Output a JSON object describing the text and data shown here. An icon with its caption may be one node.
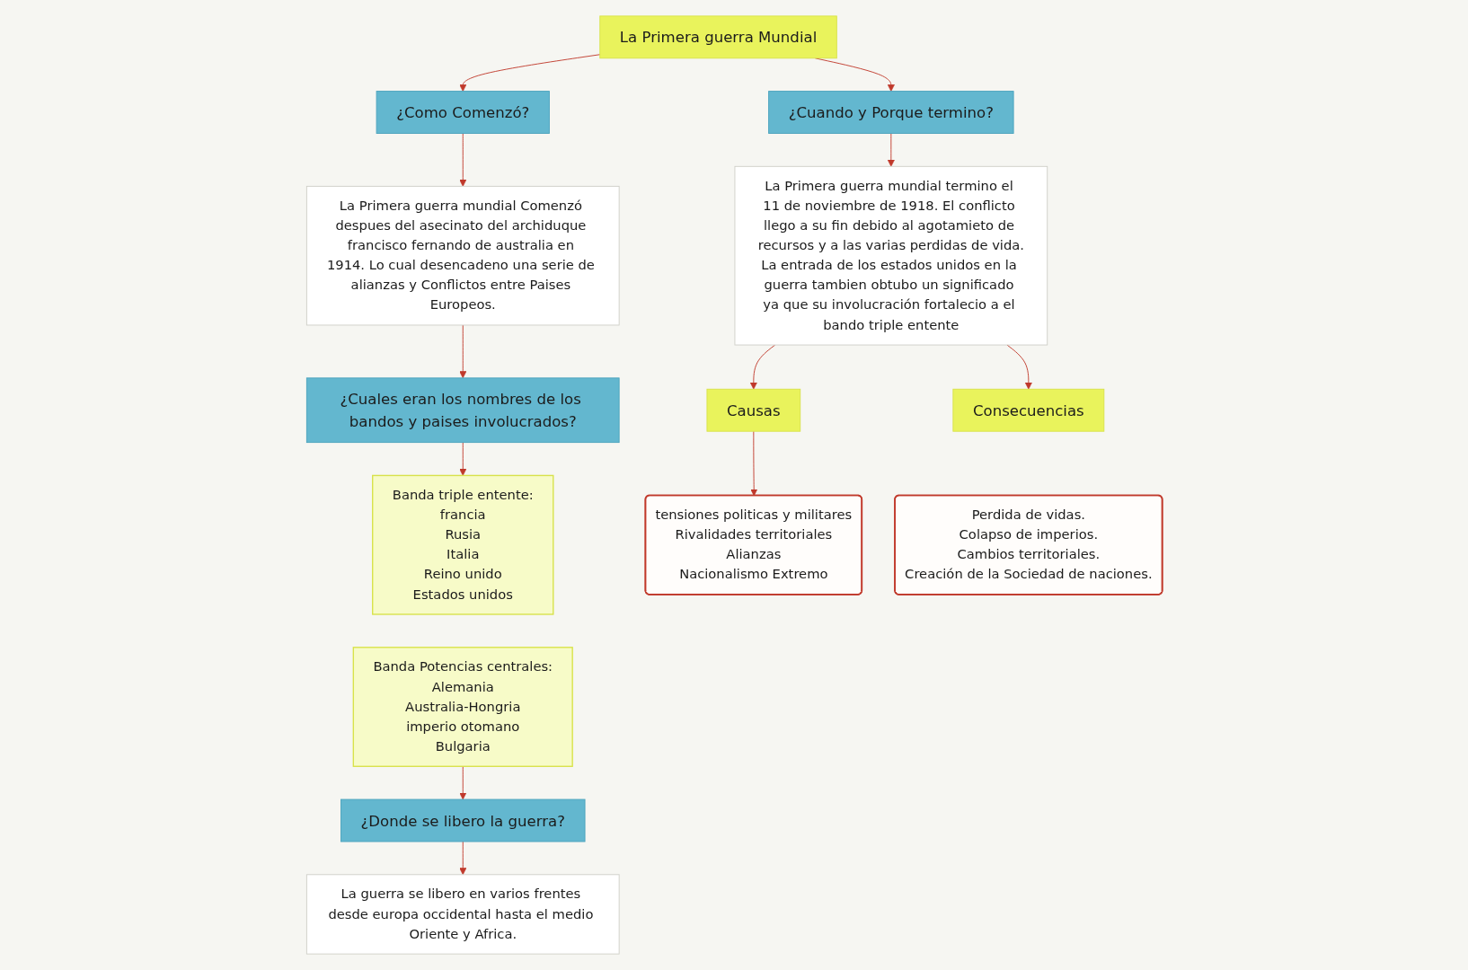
{
  "diagram": {
    "nodes": [
      {
        "text": [
          "La Primera guerra Mundial"
        ]
      },
      {
        "text": [
          "¿Como Comenzó?"
        ]
      },
      {
        "text": [
          "La Primera guerra mundial Comenzó despues del asecinato del archiduque francisco fernando de australia en 1914. Lo cual desencadeno una serie de alianzas y Conflictos entre Paises Europeos."
        ]
      },
      {
        "text": [
          "¿Cuales eran los nombres de los bandos y paises involucrados?"
        ]
      },
      {
        "text": [
          "Banda triple entente:",
          "francia",
          "Rusia",
          "Italia",
          "Reino unido",
          "Estados unidos"
        ]
      },
      {
        "text": [
          "Banda Potencias centrales:",
          "Alemania",
          "Australia-Hongria",
          "imperio otomano",
          "Bulgaria"
        ]
      },
      {
        "text": [
          "¿Donde se libero la guerra?"
        ]
      },
      {
        "text": [
          "La guerra se libero en varios frentes desde europa occidental hasta el medio Oriente y Africa."
        ]
      },
      {
        "text": [
          "¿Cuando y Porque termino?"
        ]
      },
      {
        "text": [
          "La Primera guerra mundial termino el 11 de noviembre de 1918. El conflicto llego a su fin debido al agotamieto de recursos y a las varias perdidas de vida.",
          "La entrada de los estados unidos en la guerra tambien obtubo un significado ya que su involucración fortalecio a el bando triple entente"
        ]
      },
      {
        "text": [
          "Causas"
        ]
      },
      {
        "text": [
          "Consecuencias"
        ]
      },
      {
        "text": [
          "tensiones politicas y militares",
          "Rivalidades territoriales",
          "Alianzas",
          "Nacionalismo Extremo"
        ]
      },
      {
        "text": [
          "Perdida de vidas.",
          "Colapso de imperios.",
          "Cambios territoriales.",
          "Creación de la Sociedad de naciones."
        ]
      }
    ],
    "edges": [
      {
        "from": 0,
        "to": 1,
        "arrow": "to"
      },
      {
        "from": 0,
        "to": 8,
        "arrow": "to"
      },
      {
        "from": 1,
        "to": 2,
        "arrow": "to"
      },
      {
        "from": 2,
        "to": 3,
        "arrow": "to"
      },
      {
        "from": 3,
        "to": 4,
        "arrow": "to"
      },
      {
        "from": 5,
        "to": 6,
        "arrow": "to"
      },
      {
        "from": 6,
        "to": 7,
        "arrow": "to"
      },
      {
        "from": 8,
        "to": 9,
        "arrow": "to"
      },
      {
        "from": 9,
        "to": 10,
        "arrow": "to"
      },
      {
        "from": 9,
        "to": 11,
        "arrow": "to"
      },
      {
        "from": 10,
        "to": 12,
        "arrow": "to"
      }
    ]
  }
}
